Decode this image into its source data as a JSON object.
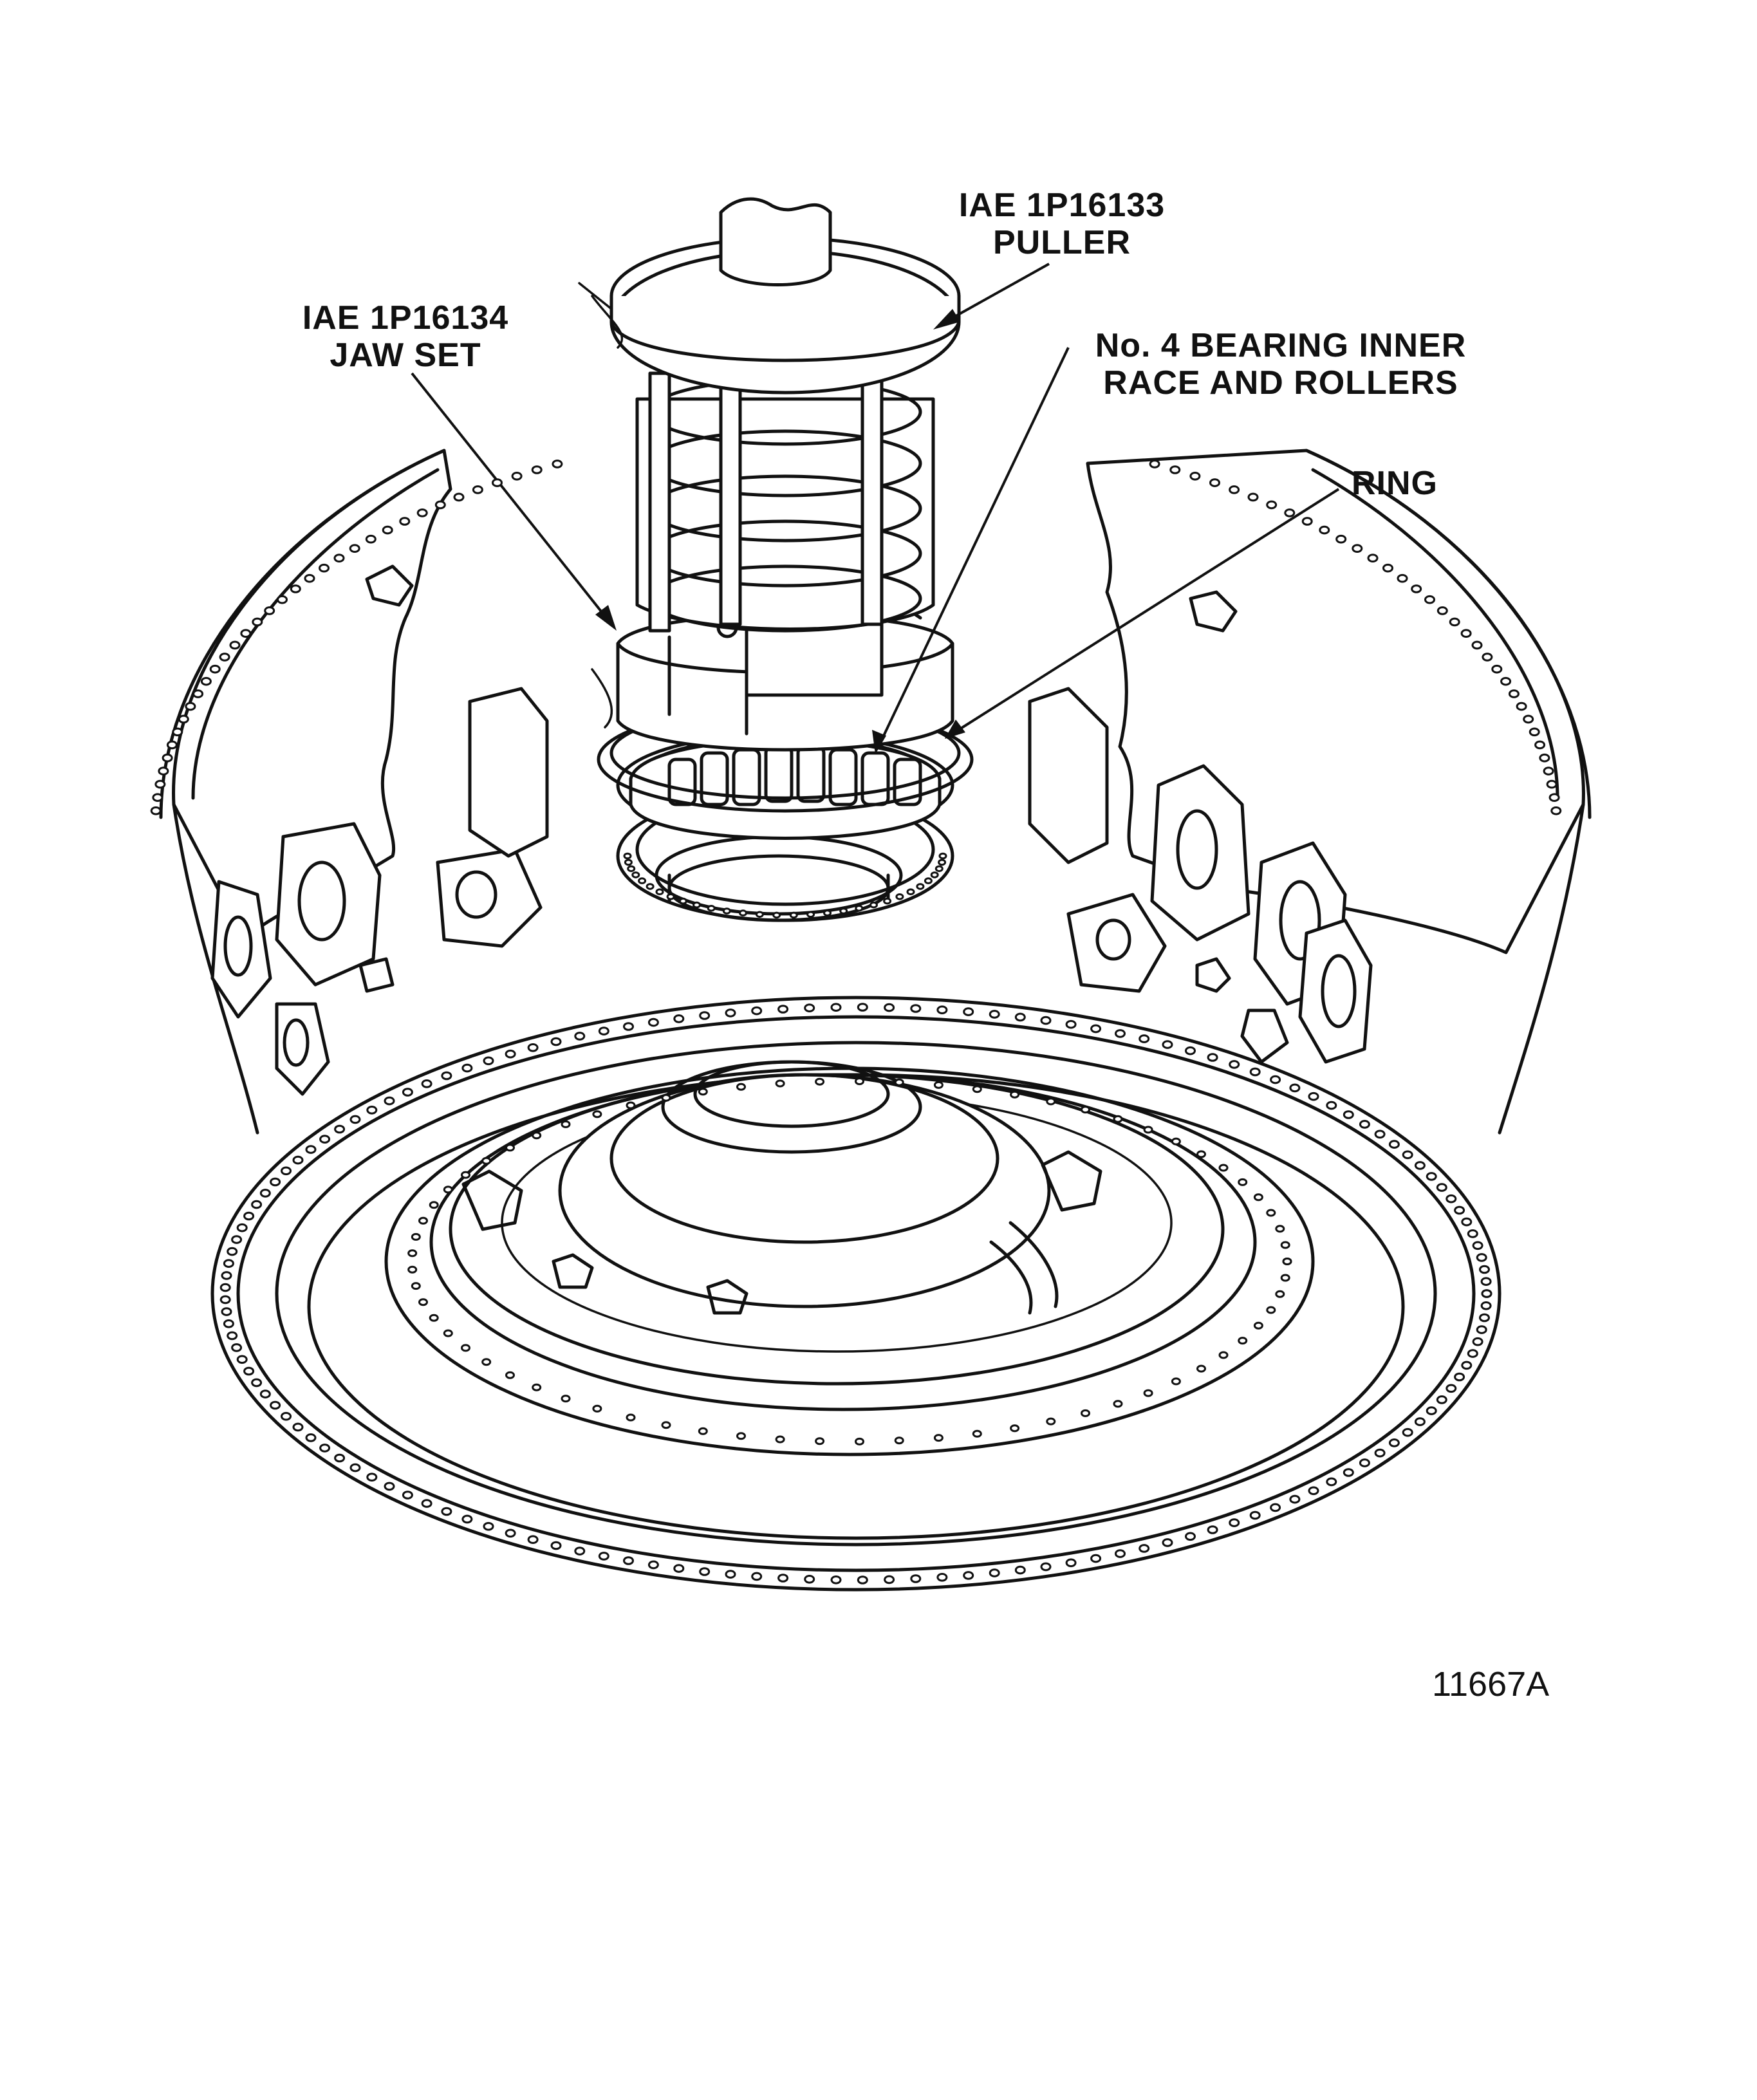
{
  "callouts": {
    "puller": {
      "line1": "IAE 1P16133",
      "line2": "PULLER"
    },
    "jaw_set": {
      "line1": "IAE 1P16134",
      "line2": "JAW SET"
    },
    "bearing": {
      "line1": "No. 4 BEARING INNER",
      "line2": "RACE AND ROLLERS"
    },
    "ring": {
      "label": "RING"
    }
  },
  "figure_number": "11667A",
  "colors": {
    "ink": "#111111",
    "paper": "#ffffff"
  }
}
